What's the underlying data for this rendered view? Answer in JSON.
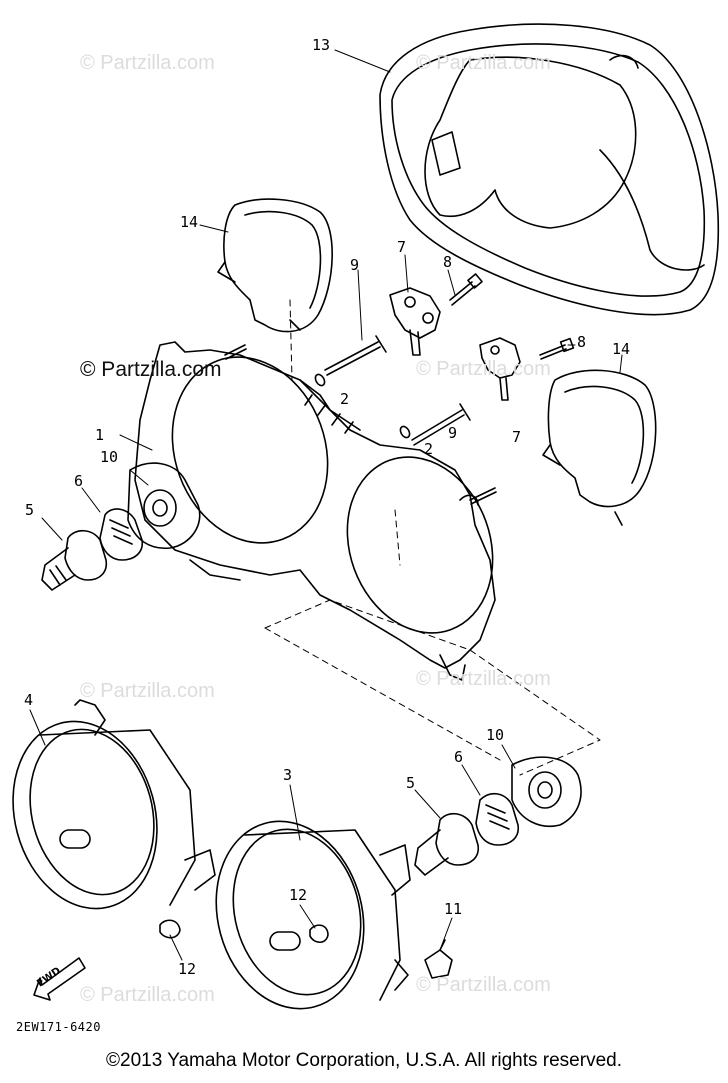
{
  "watermarks": {
    "faint": "© Partzilla.com",
    "dark": "© Partzilla.com"
  },
  "callouts": [
    "1",
    "2",
    "2",
    "3",
    "4",
    "5",
    "5",
    "6",
    "6",
    "7",
    "7",
    "8",
    "8",
    "9",
    "9",
    "10",
    "10",
    "11",
    "12",
    "12",
    "13",
    "14",
    "14"
  ],
  "fwd_label": "FWD",
  "diagram_code": "2EW171-6420",
  "copyright": "©2013 Yamaha Motor Corporation, U.S.A. All rights reserved."
}
